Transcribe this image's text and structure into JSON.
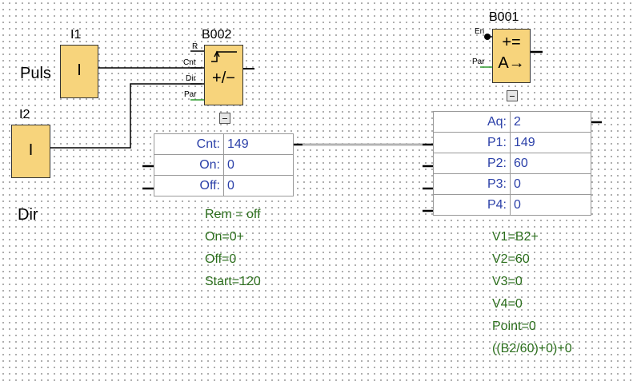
{
  "inputs": {
    "i1": {
      "id": "I1",
      "glyph": "I",
      "signal": "Puls"
    },
    "i2": {
      "id": "I2",
      "glyph": "I",
      "signal": "Dir"
    }
  },
  "b002": {
    "id": "B002",
    "type": "up-down-counter",
    "glyph_top": "↑",
    "glyph_main": "+/−",
    "pins": {
      "r": "R",
      "cnt": "Cnt",
      "dir": "Dir",
      "par": "Par"
    },
    "params": [
      {
        "key": "Cnt:",
        "value": "149"
      },
      {
        "key": "On:",
        "value": "0"
      },
      {
        "key": "Off:",
        "value": "0"
      }
    ],
    "notes": [
      "Rem = off",
      "On=0+",
      "Off=0",
      "Start=120"
    ]
  },
  "b001": {
    "id": "B001",
    "type": "mathematical-instruction",
    "glyph_top": "+=",
    "glyph_main": "A→",
    "pins": {
      "en": "En",
      "par": "Par"
    },
    "params": [
      {
        "key": "Aq:",
        "value": "2"
      },
      {
        "key": "P1:",
        "value": "149"
      },
      {
        "key": "P2:",
        "value": "60"
      },
      {
        "key": "P3:",
        "value": "0"
      },
      {
        "key": "P4:",
        "value": "0"
      }
    ],
    "notes": [
      "V1=B2+",
      "V2=60",
      "V3=0",
      "V4=0",
      "Point=0",
      "((B2/60)+0)+0"
    ]
  },
  "colors": {
    "block_fill": "#f7d47c",
    "param_text": "#2a3fa8",
    "note_text": "#2b6e1c",
    "wire": "#000000",
    "connector": "#b4b4b4"
  }
}
